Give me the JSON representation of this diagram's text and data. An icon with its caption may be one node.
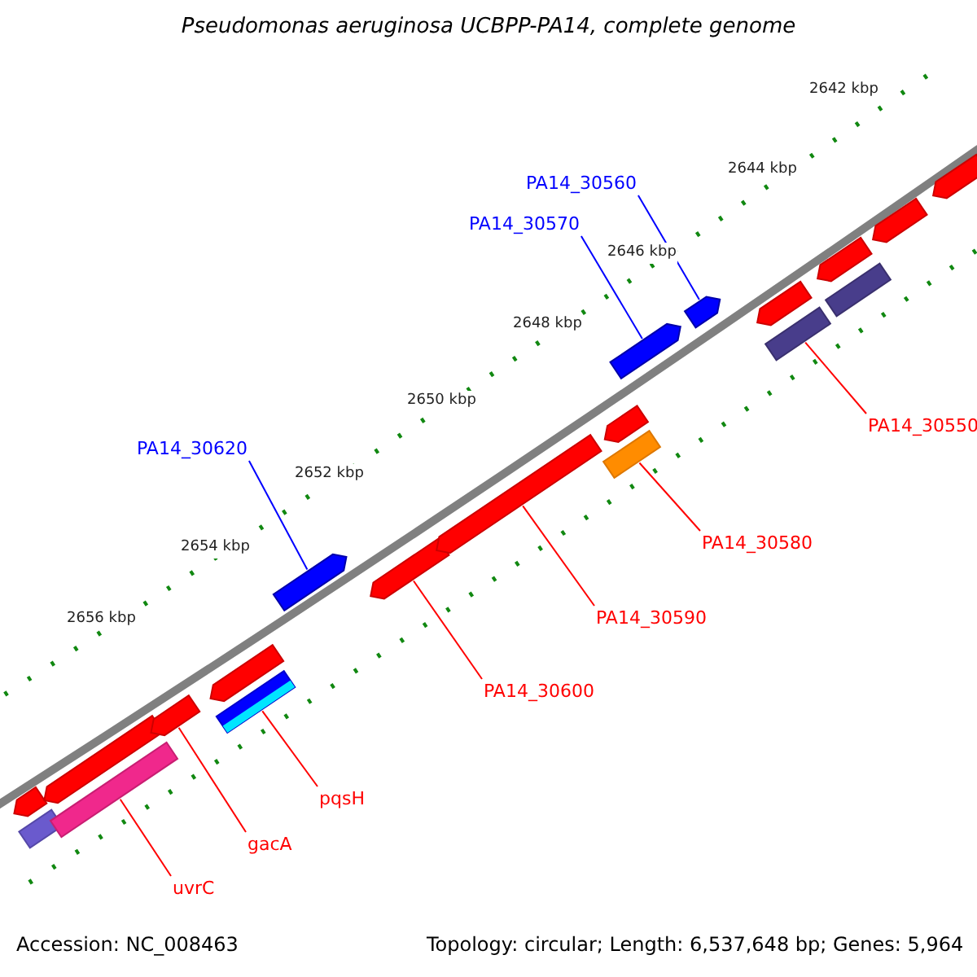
{
  "diagram": {
    "title": "Pseudomonas aeruginosa UCBPP-PA14, complete genome",
    "nodes": [
      {
        "text": [
          "PA14_30560"
        ]
      },
      {
        "text": [
          "PA14_30570"
        ]
      },
      {
        "text": [
          "PA14_30620"
        ]
      },
      {
        "text": [
          "PA14_30550"
        ]
      },
      {
        "text": [
          "PA14_30580"
        ]
      },
      {
        "text": [
          "PA14_30590"
        ]
      },
      {
        "text": [
          "PA14_30600"
        ]
      },
      {
        "text": [
          "pqsH"
        ]
      },
      {
        "text": [
          "gacA"
        ]
      },
      {
        "text": [
          "uvrC"
        ]
      },
      {
        "text": [],
        "shape": "arrow"
      },
      {
        "text": [],
        "shape": "bar"
      },
      {
        "text": [],
        "shape": "arrow"
      },
      {
        "text": [],
        "shape": "bar"
      },
      {
        "text": [],
        "shape": "arrow"
      },
      {
        "text": [],
        "shape": "arrow"
      },
      {
        "text": [],
        "shape": "bar"
      },
      {
        "text": [],
        "shape": "arrow"
      },
      {
        "text": [],
        "shape": "arrow"
      },
      {
        "text": [],
        "shape": "arrow"
      },
      {
        "text": [],
        "shape": "arrow"
      },
      {
        "text": [],
        "shape": "bar"
      },
      {
        "text": [],
        "shape": "arrow"
      },
      {
        "text": [],
        "shape": "arrow"
      },
      {
        "text": [],
        "shape": "arrow"
      },
      {
        "text": [],
        "shape": "bar"
      },
      {
        "text": [],
        "shape": "arrow"
      },
      {
        "text": [],
        "shape": "bar"
      },
      {
        "text": [],
        "shape": "arrow"
      },
      {
        "text": [],
        "shape": "arrow"
      }
    ],
    "edges": [
      {
        "from": 0,
        "to": 23,
        "arrow": "none",
        "color": "#0000ff"
      },
      {
        "from": 1,
        "to": 22,
        "arrow": "none",
        "color": "#0000ff"
      },
      {
        "from": 2,
        "to": 17,
        "arrow": "none",
        "color": "#0000ff"
      },
      {
        "from": 3,
        "to": 25,
        "arrow": "none"
      },
      {
        "from": 4,
        "to": 21,
        "arrow": "none"
      },
      {
        "from": 5,
        "to": 19,
        "arrow": "none"
      },
      {
        "from": 6,
        "to": 18,
        "arrow": "none"
      },
      {
        "from": 7,
        "to": 16,
        "arrow": "none"
      },
      {
        "from": 8,
        "to": 14,
        "arrow": "none"
      },
      {
        "from": 9,
        "to": 13,
        "arrow": "none"
      }
    ],
    "labels": [
      "2642 kbp",
      "2644 kbp",
      "2646 kbp",
      "2648 kbp",
      "2650 kbp",
      "2652 kbp",
      "2654 kbp",
      "2656 kbp",
      "Accession: NC_008463",
      "Topology: circular; Length: 6,537,648 bp; Genes: 5,964"
    ]
  }
}
